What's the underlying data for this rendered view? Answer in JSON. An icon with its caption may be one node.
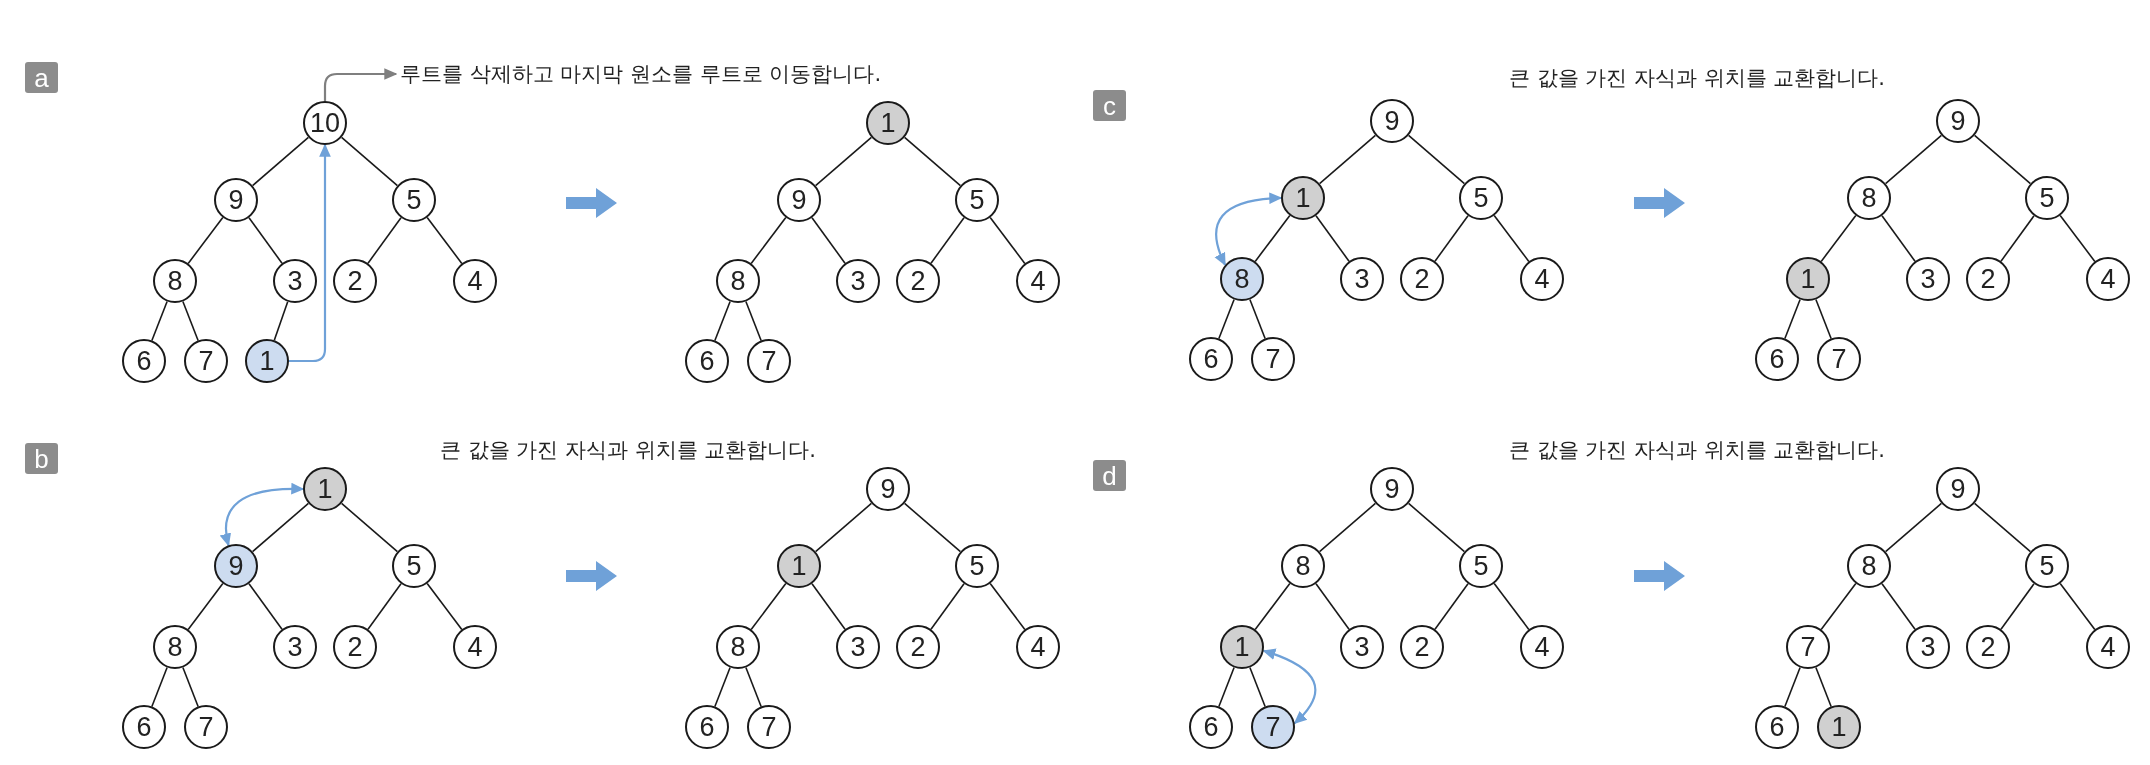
{
  "diagram": {
    "nodes": [
      {
        "text": [
          "a"
        ]
      },
      {
        "text": [
          "루트를 삭제하고 마지막 원소를 루트로 이동합니다."
        ]
      },
      {
        "text": [
          "10"
        ]
      },
      {
        "text": [
          "9"
        ]
      },
      {
        "text": [
          "5"
        ]
      },
      {
        "text": [
          "8"
        ]
      },
      {
        "text": [
          "3"
        ]
      },
      {
        "text": [
          "2"
        ]
      },
      {
        "text": [
          "4"
        ]
      },
      {
        "text": [
          "6"
        ]
      },
      {
        "text": [
          "7"
        ]
      },
      {
        "text": [
          "1"
        ]
      },
      {
        "text": [
          "1"
        ]
      },
      {
        "text": [
          "9"
        ]
      },
      {
        "text": [
          "5"
        ]
      },
      {
        "text": [
          "8"
        ]
      },
      {
        "text": [
          "3"
        ]
      },
      {
        "text": [
          "2"
        ]
      },
      {
        "text": [
          "4"
        ]
      },
      {
        "text": [
          "6"
        ]
      },
      {
        "text": [
          "7"
        ]
      },
      {
        "text": [
          "b"
        ]
      },
      {
        "text": [
          "1"
        ]
      },
      {
        "text": [
          "9"
        ]
      },
      {
        "text": [
          "5"
        ]
      },
      {
        "text": [
          "8"
        ]
      },
      {
        "text": [
          "3"
        ]
      },
      {
        "text": [
          "2"
        ]
      },
      {
        "text": [
          "4"
        ]
      },
      {
        "text": [
          "6"
        ]
      },
      {
        "text": [
          "7"
        ]
      },
      {
        "text": [
          "9"
        ]
      },
      {
        "text": [
          "1"
        ]
      },
      {
        "text": [
          "5"
        ]
      },
      {
        "text": [
          "8"
        ]
      },
      {
        "text": [
          "3"
        ]
      },
      {
        "text": [
          "2"
        ]
      },
      {
        "text": [
          "4"
        ]
      },
      {
        "text": [
          "6"
        ]
      },
      {
        "text": [
          "7"
        ]
      },
      {
        "text": [
          "c"
        ]
      },
      {
        "text": [
          "9"
        ]
      },
      {
        "text": [
          "1"
        ]
      },
      {
        "text": [
          "5"
        ]
      },
      {
        "text": [
          "8"
        ]
      },
      {
        "text": [
          "3"
        ]
      },
      {
        "text": [
          "2"
        ]
      },
      {
        "text": [
          "4"
        ]
      },
      {
        "text": [
          "6"
        ]
      },
      {
        "text": [
          "7"
        ]
      },
      {
        "text": [
          "9"
        ]
      },
      {
        "text": [
          "8"
        ]
      },
      {
        "text": [
          "5"
        ]
      },
      {
        "text": [
          "1"
        ]
      },
      {
        "text": [
          "3"
        ]
      },
      {
        "text": [
          "2"
        ]
      },
      {
        "text": [
          "4"
        ]
      },
      {
        "text": [
          "6"
        ]
      },
      {
        "text": [
          "7"
        ]
      },
      {
        "text": [
          "d"
        ]
      },
      {
        "text": [
          "9"
        ]
      },
      {
        "text": [
          "8"
        ]
      },
      {
        "text": [
          "5"
        ]
      },
      {
        "text": [
          "1"
        ]
      },
      {
        "text": [
          "3"
        ]
      },
      {
        "text": [
          "2"
        ]
      },
      {
        "text": [
          "4"
        ]
      },
      {
        "text": [
          "6"
        ]
      },
      {
        "text": [
          "7"
        ]
      },
      {
        "text": [
          "9"
        ]
      },
      {
        "text": [
          "8"
        ]
      },
      {
        "text": [
          "5"
        ]
      },
      {
        "text": [
          "7"
        ]
      },
      {
        "text": [
          "3"
        ]
      },
      {
        "text": [
          "2"
        ]
      },
      {
        "text": [
          "4"
        ]
      },
      {
        "text": [
          "6"
        ]
      },
      {
        "text": [
          "1"
        ]
      }
    ],
    "edges": [
      {
        "from": 2,
        "to": 3,
        "arrow": "none"
      },
      {
        "from": 2,
        "to": 4,
        "arrow": "none"
      },
      {
        "from": 3,
        "to": 5,
        "arrow": "none"
      },
      {
        "from": 3,
        "to": 6,
        "arrow": "none"
      },
      {
        "from": 4,
        "to": 7,
        "arrow": "none"
      },
      {
        "from": 4,
        "to": 8,
        "arrow": "none"
      },
      {
        "from": 5,
        "to": 9,
        "arrow": "none"
      },
      {
        "from": 5,
        "to": 10,
        "arrow": "none"
      },
      {
        "from": 6,
        "to": 11,
        "arrow": "none"
      },
      {
        "from": 12,
        "to": 13,
        "arrow": "none"
      },
      {
        "from": 12,
        "to": 14,
        "arrow": "none"
      },
      {
        "from": 13,
        "to": 15,
        "arrow": "none"
      },
      {
        "from": 13,
        "to": 16,
        "arrow": "none"
      },
      {
        "from": 14,
        "to": 17,
        "arrow": "none"
      },
      {
        "from": 14,
        "to": 18,
        "arrow": "none"
      },
      {
        "from": 15,
        "to": 19,
        "arrow": "none"
      },
      {
        "from": 15,
        "to": 20,
        "arrow": "none"
      },
      {
        "from": 22,
        "to": 23,
        "arrow": "none"
      },
      {
        "from": 22,
        "to": 24,
        "arrow": "none"
      },
      {
        "from": 23,
        "to": 25,
        "arrow": "none"
      },
      {
        "from": 23,
        "to": 26,
        "arrow": "none"
      },
      {
        "from": 24,
        "to": 27,
        "arrow": "none"
      },
      {
        "from": 24,
        "to": 28,
        "arrow": "none"
      },
      {
        "from": 25,
        "to": 29,
        "arrow": "none"
      },
      {
        "from": 25,
        "to": 30,
        "arrow": "none"
      },
      {
        "from": 31,
        "to": 32,
        "arrow": "none"
      },
      {
        "from": 31,
        "to": 33,
        "arrow": "none"
      },
      {
        "from": 32,
        "to": 34,
        "arrow": "none"
      },
      {
        "from": 32,
        "to": 35,
        "arrow": "none"
      },
      {
        "from": 33,
        "to": 36,
        "arrow": "none"
      },
      {
        "from": 33,
        "to": 37,
        "arrow": "none"
      },
      {
        "from": 34,
        "to": 38,
        "arrow": "none"
      },
      {
        "from": 34,
        "to": 39,
        "arrow": "none"
      },
      {
        "from": 41,
        "to": 42,
        "arrow": "none"
      },
      {
        "from": 41,
        "to": 43,
        "arrow": "none"
      },
      {
        "from": 42,
        "to": 44,
        "arrow": "none"
      },
      {
        "from": 42,
        "to": 45,
        "arrow": "none"
      },
      {
        "from": 43,
        "to": 46,
        "arrow": "none"
      },
      {
        "from": 43,
        "to": 47,
        "arrow": "none"
      },
      {
        "from": 44,
        "to": 48,
        "arrow": "none"
      },
      {
        "from": 44,
        "to": 49,
        "arrow": "none"
      },
      {
        "from": 50,
        "to": 51,
        "arrow": "none"
      },
      {
        "from": 50,
        "to": 52,
        "arrow": "none"
      },
      {
        "from": 51,
        "to": 53,
        "arrow": "none"
      },
      {
        "from": 51,
        "to": 54,
        "arrow": "none"
      },
      {
        "from": 52,
        "to": 55,
        "arrow": "none"
      },
      {
        "from": 52,
        "to": 56,
        "arrow": "none"
      },
      {
        "from": 53,
        "to": 57,
        "arrow": "none"
      },
      {
        "from": 53,
        "to": 58,
        "arrow": "none"
      },
      {
        "from": 60,
        "to": 61,
        "arrow": "none"
      },
      {
        "from": 60,
        "to": 62,
        "arrow": "none"
      },
      {
        "from": 61,
        "to": 63,
        "arrow": "none"
      },
      {
        "from": 61,
        "to": 64,
        "arrow": "none"
      },
      {
        "from": 62,
        "to": 65,
        "arrow": "none"
      },
      {
        "from": 62,
        "to": 66,
        "arrow": "none"
      },
      {
        "from": 63,
        "to": 67,
        "arrow": "none"
      },
      {
        "from": 63,
        "to": 68,
        "arrow": "none"
      },
      {
        "from": 69,
        "to": 70,
        "arrow": "none"
      },
      {
        "from": 69,
        "to": 71,
        "arrow": "none"
      },
      {
        "from": 70,
        "to": 72,
        "arrow": "none"
      },
      {
        "from": 70,
        "to": 73,
        "arrow": "none"
      },
      {
        "from": 71,
        "to": 74,
        "arrow": "none"
      },
      {
        "from": 71,
        "to": 75,
        "arrow": "none"
      },
      {
        "from": 72,
        "to": 76,
        "arrow": "none"
      },
      {
        "from": 72,
        "to": 77,
        "arrow": "none"
      },
      {
        "from": 2,
        "to": 1,
        "arrow": "to",
        "color": "#7f7f7f"
      },
      {
        "from": 11,
        "to": 2,
        "arrow": "to",
        "color": "#6fa1d8"
      },
      {
        "from": 23,
        "to": 22,
        "arrow": "both",
        "color": "#6fa1d8"
      },
      {
        "from": 44,
        "to": 42,
        "arrow": "both",
        "color": "#6fa1d8"
      },
      {
        "from": 63,
        "to": 68,
        "arrow": "both",
        "color": "#6fa1d8"
      }
    ],
    "labels": [
      "큰 값을 가진 자식과 위치를 교환합니다.",
      "큰 값을 가진 자식과 위치를 교환합니다.",
      "큰 값을 가진 자식과 위치를 교환합니다."
    ]
  }
}
